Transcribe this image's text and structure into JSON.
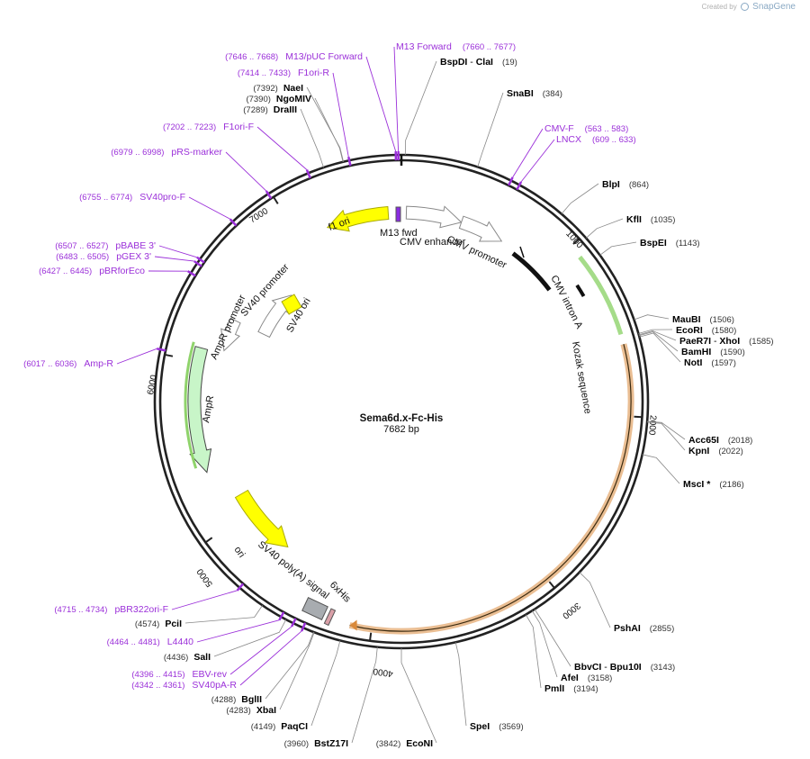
{
  "credit": {
    "prefix": "Created by",
    "brand": "SnapGene"
  },
  "plasmid": {
    "name": "Sema6d.x-Fc-His",
    "size": "7682 bp"
  },
  "ticks": [
    {
      "label": "1000",
      "angle": 47.5
    },
    {
      "label": "2000",
      "angle": 93.7
    },
    {
      "label": "3000",
      "angle": 140.6
    },
    {
      "label": "4000",
      "angle": 187.5
    },
    {
      "label": "5000",
      "angle": 234.3
    },
    {
      "label": "6000",
      "angle": 281.2
    },
    {
      "label": "7000",
      "angle": 328.0
    }
  ],
  "sites": [
    {
      "name": "BspDI",
      "sep": " - ",
      "name2": "ClaI",
      "pos": "(19)",
      "angle": 0.9,
      "side": "right"
    },
    {
      "name": "SnaBI",
      "pos": "(384)",
      "angle": 18.0,
      "side": "right"
    },
    {
      "name": "BlpI",
      "pos": "(864)",
      "angle": 40.5,
      "side": "right"
    },
    {
      "name": "KflI",
      "pos": "(1035)",
      "angle": 48.5,
      "side": "right"
    },
    {
      "name": "BspEI",
      "pos": "(1143)",
      "angle": 53.6,
      "side": "right"
    },
    {
      "name": "MauBI",
      "pos": "(1506)",
      "angle": 70.6,
      "side": "right"
    },
    {
      "name": "EcoRI",
      "pos": "(1580)",
      "angle": 74.0,
      "side": "right"
    },
    {
      "name": "PaeR7I",
      "sep": " - ",
      "name2": "XhoI",
      "pos": "(1585)",
      "angle": 74.3,
      "side": "right"
    },
    {
      "name": "BamHI",
      "pos": "(1590)",
      "angle": 74.5,
      "side": "right"
    },
    {
      "name": "NotI",
      "pos": "(1597)",
      "angle": 74.8,
      "side": "right"
    },
    {
      "name": "Acc65I",
      "pos": "(2018)",
      "angle": 94.6,
      "side": "right"
    },
    {
      "name": "KpnI",
      "pos": "(2022)",
      "angle": 94.8,
      "side": "right"
    },
    {
      "name": "MscI *",
      "pos": "(2186)",
      "angle": 102.4,
      "side": "right"
    },
    {
      "name": "PshAI",
      "pos": "(2855)",
      "angle": 133.8,
      "side": "right"
    },
    {
      "name": "BbvCI",
      "sep": " - ",
      "name2": "Bpu10I",
      "pos": "(3143)",
      "angle": 147.3,
      "side": "right"
    },
    {
      "name": "AfeI",
      "pos": "(3158)",
      "angle": 148.0,
      "side": "right"
    },
    {
      "name": "PmlI",
      "pos": "(3194)",
      "angle": 149.7,
      "side": "right"
    },
    {
      "name": "SpeI",
      "pos": "(3569)",
      "angle": 167.3,
      "side": "right"
    },
    {
      "name": "EcoNI",
      "pos": "(3842)",
      "angle": 180.0,
      "side": "left"
    },
    {
      "name": "BstZ17I",
      "pos": "(3960)",
      "angle": 185.6,
      "side": "left"
    },
    {
      "name": "PaqCI",
      "pos": "(4149)",
      "angle": 194.4,
      "side": "left"
    },
    {
      "name": "XbaI",
      "pos": "(4283)",
      "angle": 200.7,
      "side": "left"
    },
    {
      "name": "BglII",
      "pos": "(4288)",
      "angle": 200.9,
      "side": "left"
    },
    {
      "name": "SalI",
      "pos": "(4436)",
      "angle": 207.9,
      "side": "left"
    },
    {
      "name": "PciI",
      "pos": "(4574)",
      "angle": 214.3,
      "side": "left"
    },
    {
      "name": "DraIII",
      "pos": "(7289)",
      "angle": 341.6,
      "side": "left"
    },
    {
      "name": "NgoMIV",
      "pos": "(7390)",
      "angle": 346.3,
      "side": "left"
    },
    {
      "name": "NaeI",
      "pos": "(7392)",
      "angle": 346.4,
      "side": "left"
    }
  ],
  "primers": [
    {
      "name": "M13 Forward",
      "range": "(7660 .. 7677)",
      "angle": 359.3
    },
    {
      "name": "M13/pUC Forward",
      "range": "(7646 .. 7668)",
      "angle": 358.7
    },
    {
      "name": "F1ori-R",
      "range": "(7414 .. 7433)",
      "angle": 347.8
    },
    {
      "name": "F1ori-F",
      "range": "(7202 .. 7223)",
      "angle": 337.8
    },
    {
      "name": "pRS-marker",
      "range": "(6979 .. 6998)",
      "angle": 327.3
    },
    {
      "name": "SV40pro-F",
      "range": "(6755 .. 6774)",
      "angle": 316.8
    },
    {
      "name": "pBABE 3'",
      "range": "(6507 .. 6527)",
      "angle": 305.2
    },
    {
      "name": "pGEX 3'",
      "range": "(6483 .. 6505)",
      "angle": 304.1
    },
    {
      "name": "pBRforEco",
      "range": "(6427 .. 6445)",
      "angle": 301.4
    },
    {
      "name": "Amp-R",
      "range": "(6017 .. 6036)",
      "angle": 282.2
    },
    {
      "name": "CMV-F",
      "range": "(563 .. 583)",
      "angle": 26.4
    },
    {
      "name": "LNCX",
      "range": "(609 .. 633)",
      "angle": 28.6
    },
    {
      "name": "pBR322ori-F",
      "range": "(4715 .. 4734)",
      "angle": 221.0
    },
    {
      "name": "L4440",
      "range": "(4464 .. 4481)",
      "angle": 209.2
    },
    {
      "name": "EBV-rev",
      "range": "(4396 .. 4415)",
      "angle": 206.0
    },
    {
      "name": "SV40pA-R",
      "range": "(4342 .. 4361)",
      "angle": 203.5
    }
  ],
  "features": [
    {
      "name": "M13 fwd"
    },
    {
      "name": "CMV enhancer"
    },
    {
      "name": "CMV promoter"
    },
    {
      "name": "CMV intron A"
    },
    {
      "name": "Kozak sequence"
    },
    {
      "name": "f1 ori"
    },
    {
      "name": "SV40 promoter"
    },
    {
      "name": "SV40 ori"
    },
    {
      "name": "AmpR promoter"
    },
    {
      "name": "AmpR"
    },
    {
      "name": "ori"
    },
    {
      "name": "SV40 poly(A) signal"
    },
    {
      "name": "6xHis"
    }
  ],
  "colors": {
    "backbone": "#222222",
    "enzyme": "#000000",
    "primer": "#9b30d9",
    "position": "#333333",
    "ori": "#ffff00",
    "ampr": "#c8f5c8",
    "intron": "#8fd36b",
    "insert": "#d9893a",
    "sv40pa": "#a8acb0",
    "his": "#d9a0a8"
  }
}
